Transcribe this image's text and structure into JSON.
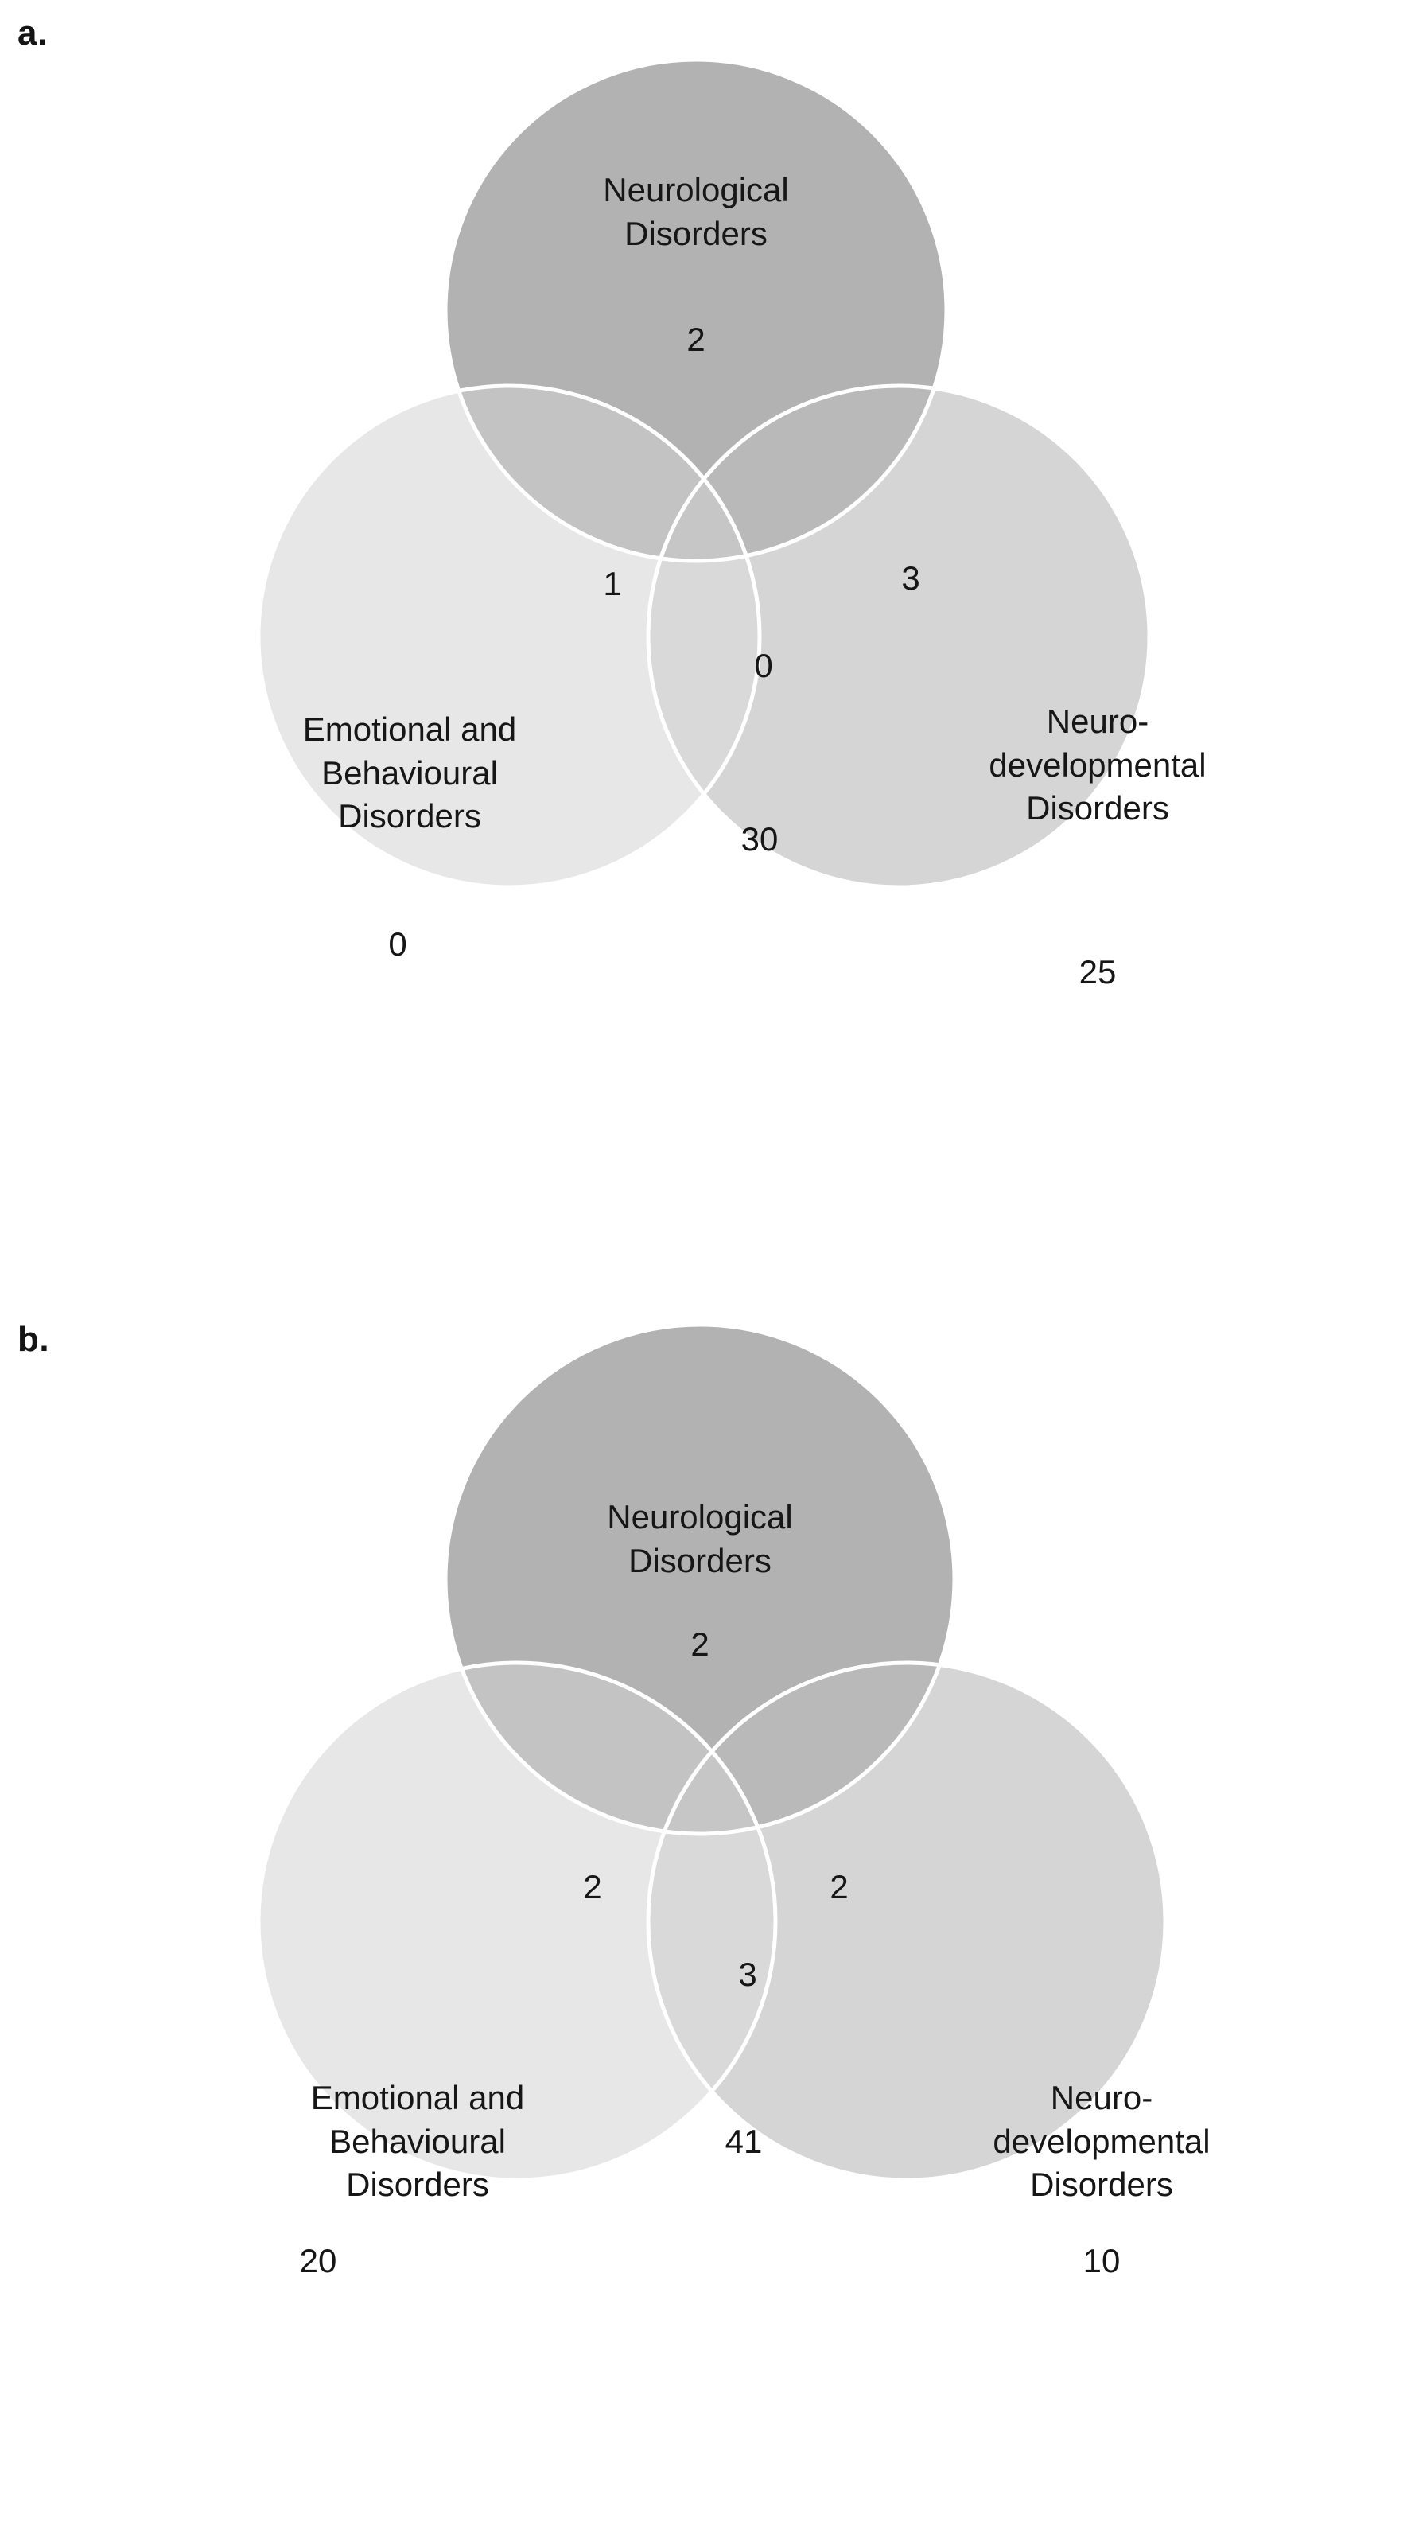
{
  "figure": {
    "background_color": "#ffffff",
    "panels": [
      {
        "id": "a",
        "label": "a.",
        "sets": {
          "top": {
            "name": "Neurological\nDisorders",
            "count": "2"
          },
          "left": {
            "name": "Emotional and\nBehavioural\nDisorders",
            "count": "0"
          },
          "right": {
            "name": "Neuro-\ndevelopmental\nDisorders",
            "count": "25"
          }
        },
        "intersections": {
          "top_left": "1",
          "top_right": "3",
          "all_three": "0",
          "left_right": "30"
        }
      },
      {
        "id": "b",
        "label": "b.",
        "sets": {
          "top": {
            "name": "Neurological\nDisorders",
            "count": "2"
          },
          "left": {
            "name": "Emotional and\nBehavioural\nDisorders",
            "count": "20"
          },
          "right": {
            "name": "Neuro-\ndevelopmental\nDisorders",
            "count": "10"
          }
        },
        "intersections": {
          "top_left": "2",
          "top_right": "2",
          "all_three": "3",
          "left_right": "41"
        }
      }
    ]
  },
  "chart_data": {
    "type": "venn",
    "title": "",
    "legend": [],
    "panels": [
      {
        "panel": "a",
        "set_names": [
          "Neurological Disorders",
          "Emotional and Behavioural Disorders",
          "Neuro-developmental Disorders"
        ],
        "regions": [
          {
            "sets": [
              "Neurological Disorders"
            ],
            "value": 2
          },
          {
            "sets": [
              "Emotional and Behavioural Disorders"
            ],
            "value": 0
          },
          {
            "sets": [
              "Neuro-developmental Disorders"
            ],
            "value": 25
          },
          {
            "sets": [
              "Neurological Disorders",
              "Emotional and Behavioural Disorders"
            ],
            "value": 1
          },
          {
            "sets": [
              "Neurological Disorders",
              "Neuro-developmental Disorders"
            ],
            "value": 3
          },
          {
            "sets": [
              "Emotional and Behavioural Disorders",
              "Neuro-developmental Disorders"
            ],
            "value": 30
          },
          {
            "sets": [
              "Neurological Disorders",
              "Emotional and Behavioural Disorders",
              "Neuro-developmental Disorders"
            ],
            "value": 0
          }
        ]
      },
      {
        "panel": "b",
        "set_names": [
          "Neurological Disorders",
          "Emotional and Behavioural Disorders",
          "Neuro-developmental Disorders"
        ],
        "regions": [
          {
            "sets": [
              "Neurological Disorders"
            ],
            "value": 2
          },
          {
            "sets": [
              "Emotional and Behavioural Disorders"
            ],
            "value": 20
          },
          {
            "sets": [
              "Neuro-developmental Disorders"
            ],
            "value": 10
          },
          {
            "sets": [
              "Neurological Disorders",
              "Emotional and Behavioural Disorders"
            ],
            "value": 2
          },
          {
            "sets": [
              "Neurological Disorders",
              "Neuro-developmental Disorders"
            ],
            "value": 2
          },
          {
            "sets": [
              "Emotional and Behavioural Disorders",
              "Neuro-developmental Disorders"
            ],
            "value": 41
          },
          {
            "sets": [
              "Neurological Disorders",
              "Emotional and Behavioural Disorders",
              "Neuro-developmental Disorders"
            ],
            "value": 3
          }
        ]
      }
    ],
    "colors": {
      "top_circle": "#b3b3b3",
      "left_circle": "#e8e8e8",
      "right_circle": "#d6d6d6",
      "outline": "#ffffff",
      "text": "#161616"
    }
  }
}
